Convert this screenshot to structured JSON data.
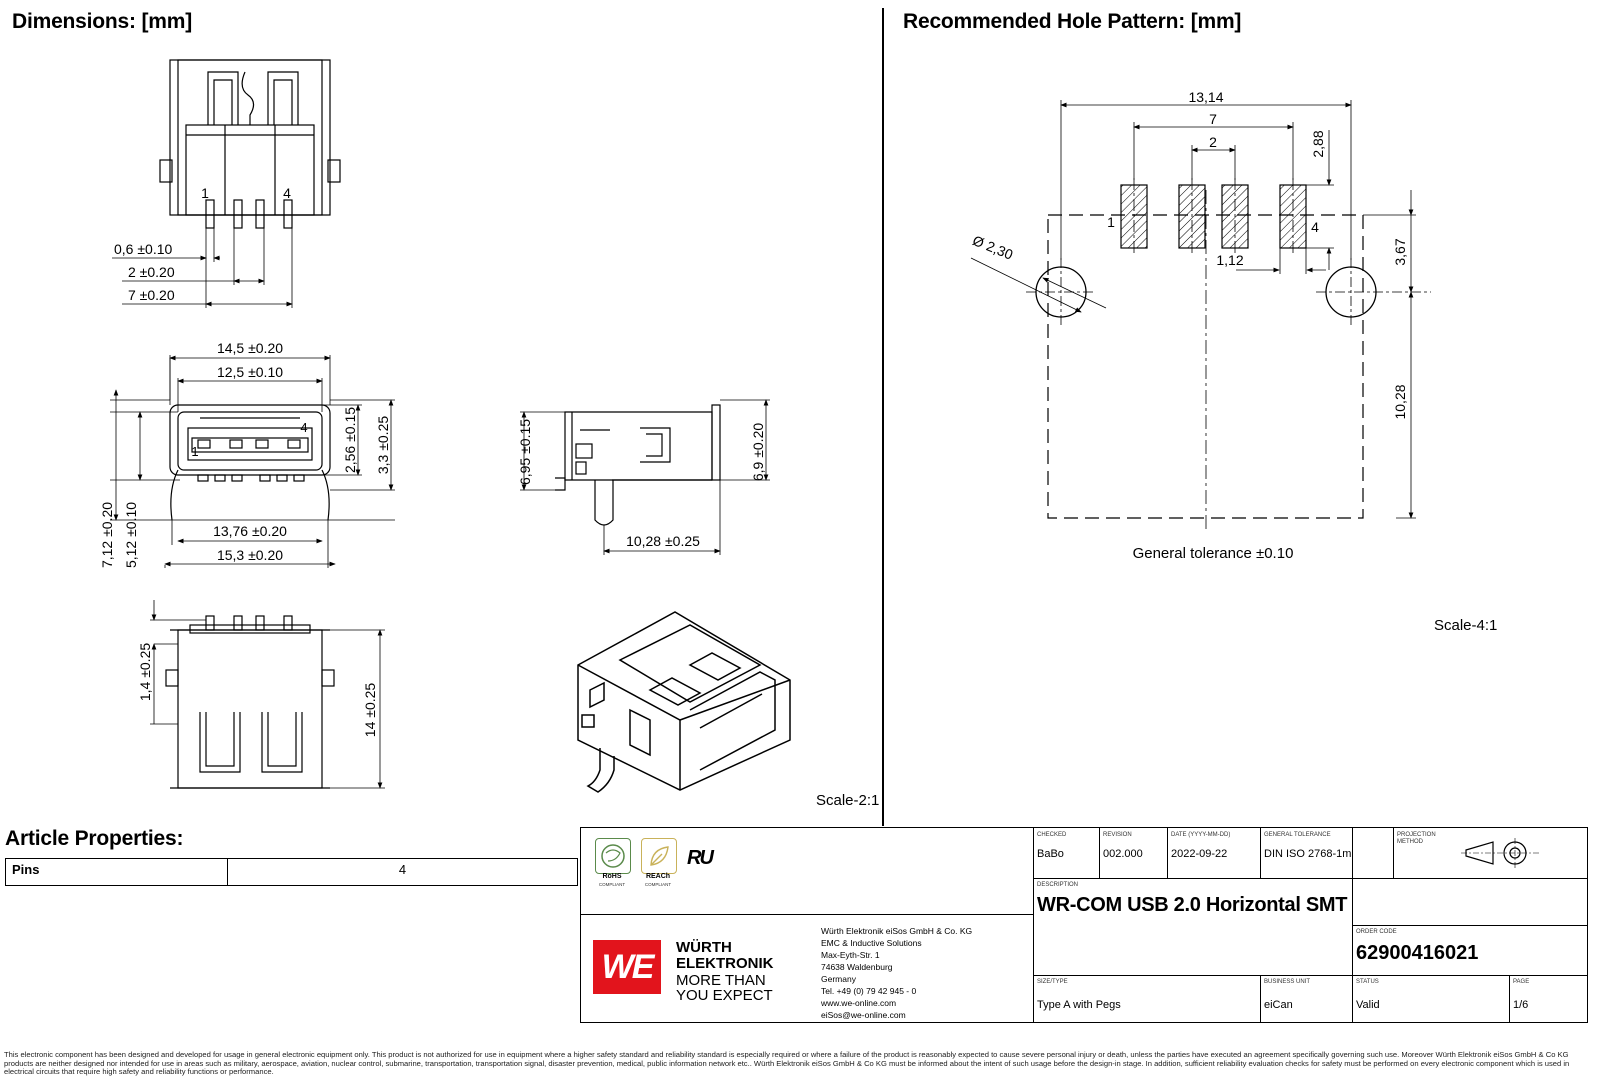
{
  "headings": {
    "dimensions": "Dimensions: [mm]",
    "hole_pattern": "Recommended Hole Pattern: [mm]",
    "article_properties": "Article Properties:"
  },
  "dims": {
    "pin_width": "0,6 ±0.10",
    "pitch_2": "2 ±0.20",
    "pitch_7": "7 ±0.20",
    "width_145": "14,5 ±0.20",
    "width_125": "12,5 ±0.10",
    "h_256": "2,56 ±0.15",
    "h_33": "3,3 ±0.25",
    "h_712": "7,12 ±0.20",
    "h_512": "5,12 ±0.10",
    "width_1376": "13,76 ±0.20",
    "width_153": "15,3 ±0.20",
    "h_695": "6,95 ±0.15",
    "h_69": "6,9 ±0.20",
    "len_1028": "10,28 ±0.25",
    "h_14": "1,4 ±0.25",
    "len_14": "14 ±0.25",
    "pin1": "1",
    "pin4": "4"
  },
  "hole": {
    "d1314": "13,14",
    "d7": "7",
    "d2": "2",
    "d288": "2,88",
    "dia": "Ø 2,30",
    "d112": "1,12",
    "d367": "3,67",
    "d1028": "10,28",
    "pin1": "1",
    "pin4": "4",
    "tolerance": "General tolerance ±0.10"
  },
  "scales": {
    "left": "Scale-2:1",
    "right": "Scale-4:1"
  },
  "properties": {
    "pins_label": "Pins",
    "pins_value": "4"
  },
  "title_block": {
    "rohs": "RoHS",
    "rohs_sub": "COMPLIANT",
    "reach": "REACh",
    "reach_sub": "COMPLIANT",
    "ul_mark": "ᴿᵁ",
    "checked_label": "CHECKED",
    "checked": "BaBo",
    "revision_label": "REVISION",
    "revision": "002.000",
    "date_label": "DATE (YYYY-MM-DD)",
    "date": "2022-09-22",
    "tolerance_label": "GENERAL TOLERANCE",
    "tolerance": "DIN ISO 2768-1m",
    "projection_label": "PROJECTION METHOD",
    "description_label": "DESCRIPTION",
    "description": "WR-COM USB 2.0 Horizontal SMT",
    "order_label": "ORDER CODE",
    "order_code": "62900416021",
    "size_label": "SIZE/TYPE",
    "size": "Type A with Pegs",
    "bu_label": "BUSINESS UNIT",
    "bu": "eiCan",
    "status_label": "STATUS",
    "status": "Valid",
    "page_label": "PAGE",
    "page": "1/6",
    "logo_letters": "WE",
    "brand1": "WÜRTH",
    "brand2": "ELEKTRONIK",
    "slogan1": "MORE THAN",
    "slogan2": "YOU EXPECT",
    "company": "Würth Elektronik eiSos GmbH & Co. KG",
    "division": "EMC & Inductive Solutions",
    "street": "Max-Eyth-Str. 1",
    "city": "74638 Waldenburg",
    "country": "Germany",
    "phone": "Tel. +49 (0) 79 42 945 - 0",
    "web": "www.we-online.com",
    "email": "eiSos@we-online.com"
  },
  "disclaimer": "This electronic component has been designed and developed for usage in general electronic equipment only. This product is not authorized for use in equipment where a higher safety standard and reliability standard is especially required or where a failure of the product is reasonably expected to cause severe personal injury or death, unless the parties have executed an agreement specifically governing such use. Moreover Würth Elektronik eiSos GmbH & Co KG products are neither designed nor intended for use in areas such as military, aerospace, aviation, nuclear control, submarine, transportation, transportation signal, disaster prevention, medical, public information network etc.. Würth Elektronik eiSos GmbH & Co KG must be informed about the intent of such usage before the design-in stage. In addition, sufficient reliability evaluation checks for safety must be performed on every electronic component which is used in electrical circuits that require high safety and reliability functions or performance."
}
